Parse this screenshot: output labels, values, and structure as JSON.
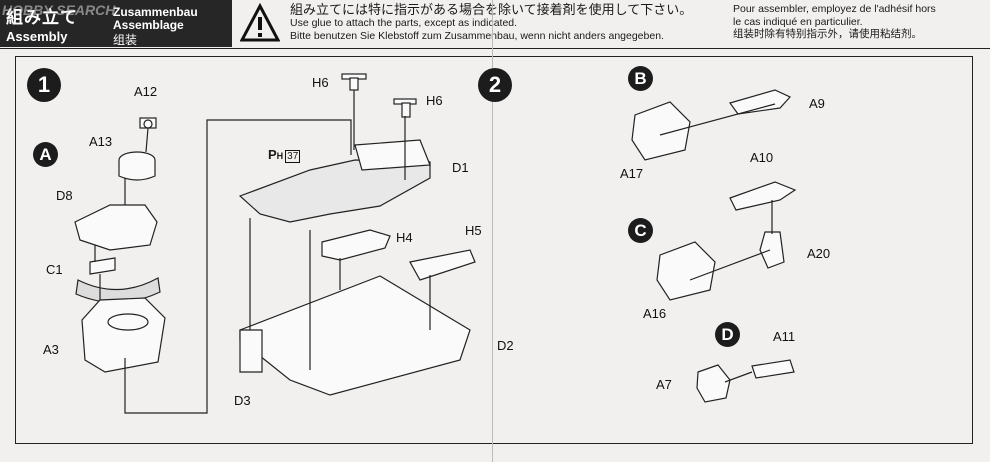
{
  "header": {
    "watermark": "HOBBY SEARCH",
    "title_jp": "組み立て",
    "title_en": "Assembly",
    "title_de": "Zusammenbau",
    "title_fr": "Assemblage",
    "title_cn": "组装"
  },
  "notes": {
    "jp": "組み立てには特に指示がある場合を除いて接着剤を使用して下さい。",
    "en": "Use glue to attach the parts, except as indicated.",
    "de": "Bitte benutzen Sie Klebstoff zum Zusammenbau, wenn nicht anders angegeben.",
    "fr1": "Pour assembler, employez de l'adhésif hors",
    "fr2": "le cas indiqué en particulier.",
    "cn": "组装时除有特别指示外，请使用粘结剂。"
  },
  "steps": [
    "1",
    "2"
  ],
  "subassemblies": [
    "A",
    "B",
    "C",
    "D"
  ],
  "parts": {
    "a12": "A12",
    "a13": "A13",
    "d8": "D8",
    "c1": "C1",
    "a3": "A3",
    "d3": "D3",
    "h6a": "H6",
    "h6b": "H6",
    "d1": "D1",
    "h4": "H4",
    "h5": "H5",
    "d2": "D2",
    "a9": "A9",
    "a17": "A17",
    "a10": "A10",
    "a20": "A20",
    "a16": "A16",
    "a11": "A11",
    "a7": "A7"
  },
  "paint_ref": {
    "prefix": "P",
    "sub": "H",
    "number": "37"
  }
}
